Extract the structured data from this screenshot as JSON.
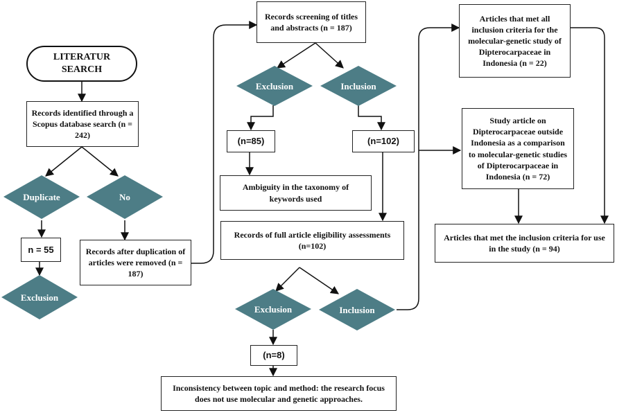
{
  "colors": {
    "diamond_fill": "#4d7d86",
    "line": "#111111"
  },
  "start": {
    "label": "LITERATUR SEARCH"
  },
  "records_identified": {
    "label": "Records identified through a Scopus database search (n = 242)"
  },
  "duplicate_diamond": {
    "label": "Duplicate"
  },
  "no_diamond": {
    "label": "No"
  },
  "duplicates_count": {
    "label": "n = 55"
  },
  "duplicate_exclusion": {
    "label": "Exclusion"
  },
  "records_after_dedup": {
    "label": "Records after duplication of articles were removed (n = 187)"
  },
  "screening": {
    "label": "Records screening of titles and abstracts (n = 187)"
  },
  "screening_exclusion": {
    "label": "Exclusion"
  },
  "screening_inclusion": {
    "label": "Inclusion"
  },
  "excluded_count": {
    "label": "(n=85)"
  },
  "included_count": {
    "label": "(n=102)"
  },
  "ambiguity": {
    "label": "Ambiguity in the taxonomy of keywords used"
  },
  "eligibility": {
    "label": "Records of full article eligibility assessments (n=102)"
  },
  "eligibility_exclusion": {
    "label": "Exclusion"
  },
  "eligibility_inclusion": {
    "label": "Inclusion"
  },
  "excluded_final_count": {
    "label": "(n=8)"
  },
  "inconsistency": {
    "label": "Inconsistency between topic and method: the research focus does not use molecular and genetic approaches."
  },
  "met_all_criteria": {
    "label": "Articles that met all inclusion criteria for the molecular-genetic study of Dipterocarpaceae in Indonesia (n = 22)"
  },
  "outside_indonesia": {
    "label": "Study article on Dipterocarpaceae outside Indonesia as a comparison to molecular-genetic studies of Dipterocarpaceae in Indonesia (n = 72)"
  },
  "final_included": {
    "label": "Articles that met the inclusion criteria for use in the study (n = 94)"
  }
}
